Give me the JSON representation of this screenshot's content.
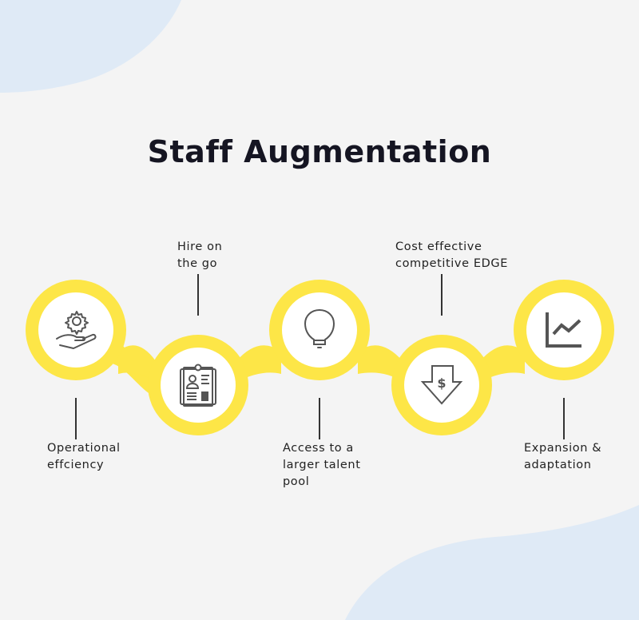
{
  "title": "Staff Augmentation",
  "colors": {
    "background": "#f4f4f4",
    "blob": "#dfeaf6",
    "accent_yellow": "#fde647",
    "icon_stroke": "#555555",
    "text": "#151522"
  },
  "steps": [
    {
      "label": "Operational\neffciency",
      "icon": "gear-hand-icon",
      "position": "below"
    },
    {
      "label": "Hire on\nthe go",
      "icon": "resume-clipboard-icon",
      "position": "above"
    },
    {
      "label": "Access to a\nlarger talent\npool",
      "icon": "lightbulb-icon",
      "position": "below"
    },
    {
      "label": "Cost effective\ncompetitive EDGE",
      "icon": "dollar-down-arrow-icon",
      "position": "above"
    },
    {
      "label": "Expansion &\nadaptation",
      "icon": "line-chart-icon",
      "position": "below"
    }
  ]
}
